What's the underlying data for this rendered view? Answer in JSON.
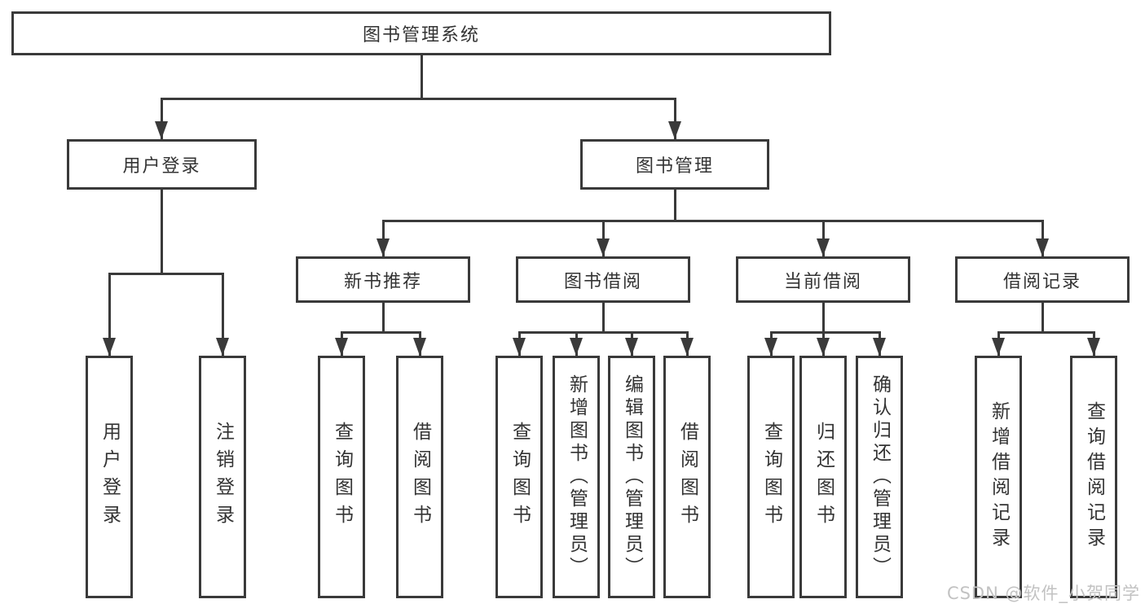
{
  "diagram": {
    "title": "图书管理系统",
    "level2": {
      "user_login": "用户登录",
      "book_management": "图书管理"
    },
    "level3": {
      "new_book_recommend": "新书推荐",
      "book_borrow": "图书借阅",
      "current_borrow": "当前借阅",
      "borrow_records": "借阅记录"
    },
    "leaves": {
      "user_login": [
        "用户登录",
        "注销登录"
      ],
      "new_book_recommend": [
        "查询图书",
        "借阅图书"
      ],
      "book_borrow": [
        "查询图书",
        "新增图书（管理员）",
        "编辑图书（管理员）",
        "借阅图书"
      ],
      "current_borrow": [
        "查询图书",
        "归还图书",
        "确认归还（管理员）"
      ],
      "borrow_records": [
        "新增借阅记录",
        "查询借阅记录"
      ]
    }
  },
  "watermark": "CSDN @软件_小贺同学",
  "colors": {
    "line": "#3a3a3a",
    "text": "#333333",
    "watermark": "#c2c2c2",
    "background": "#ffffff"
  }
}
